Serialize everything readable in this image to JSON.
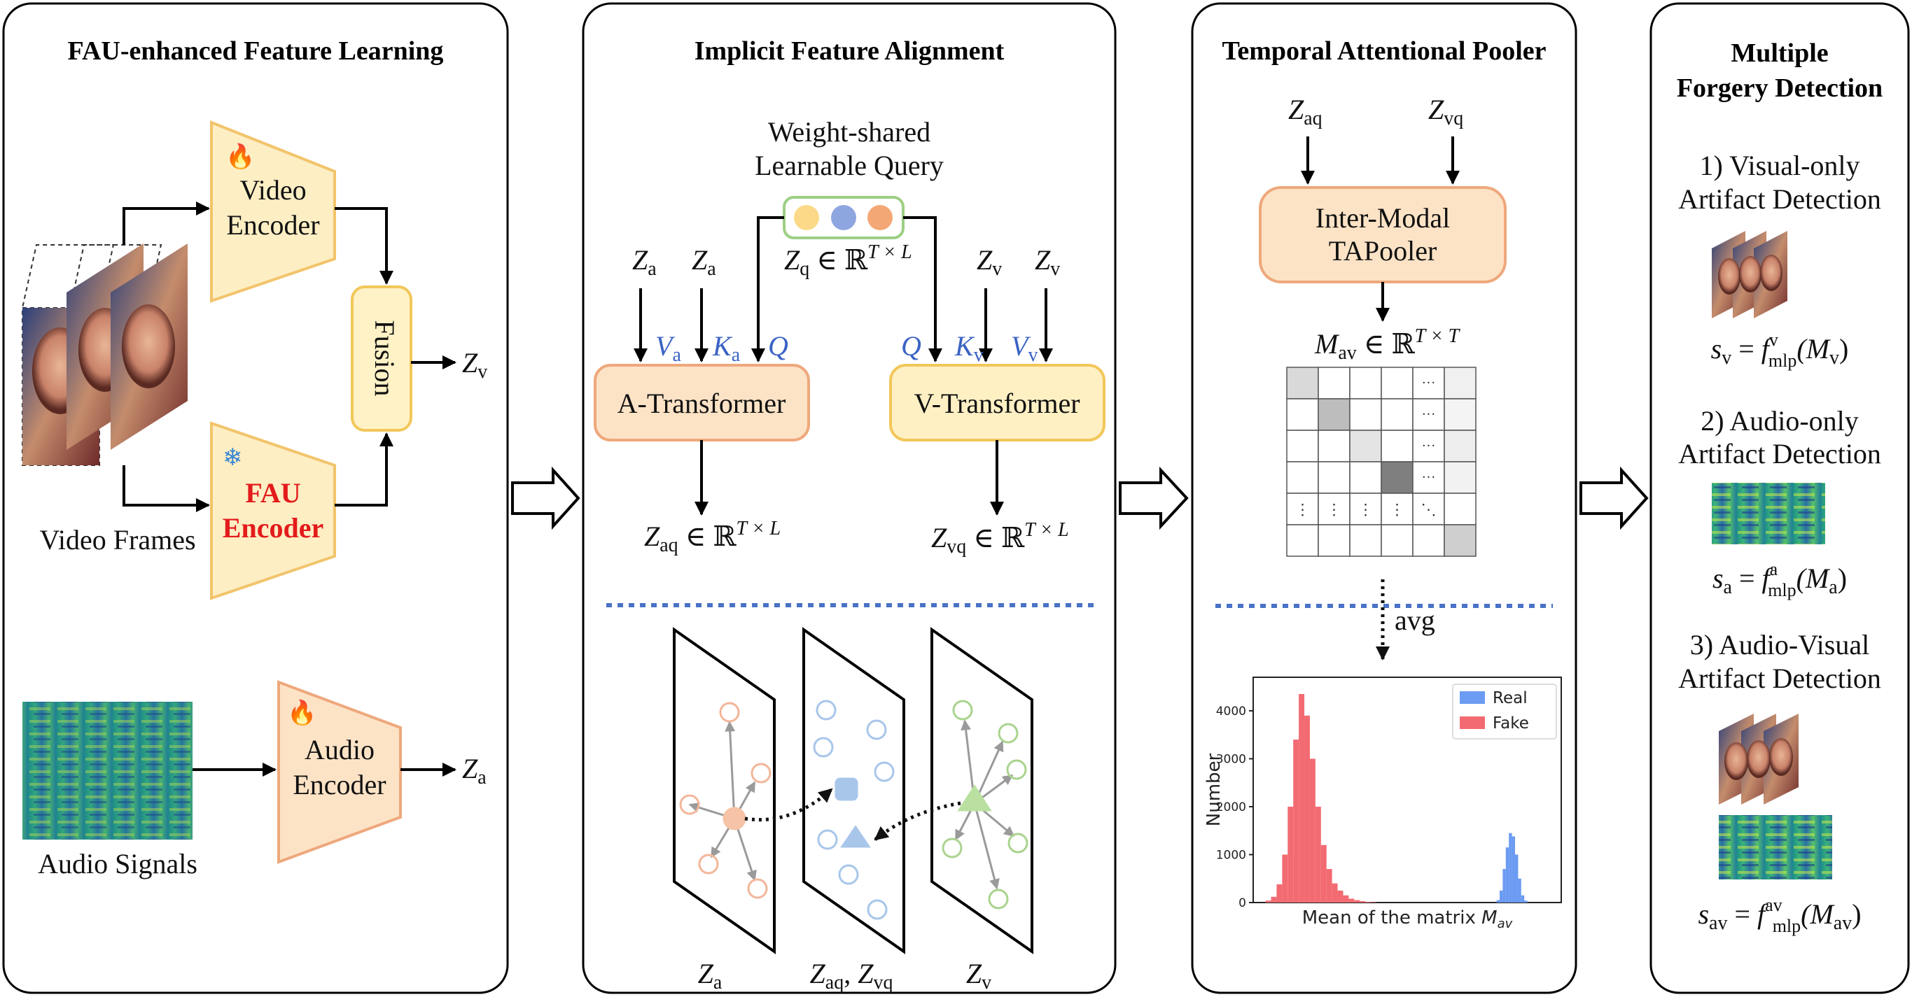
{
  "panels": {
    "p1": {
      "title": "FAU-enhanced Feature Learning"
    },
    "p2": {
      "title": "Implicit Feature Alignment"
    },
    "p3": {
      "title": "Temporal Attentional Pooler"
    },
    "p4": {
      "title_line1": "Multiple",
      "title_line2": "Forgery Detection"
    }
  },
  "panel1": {
    "video_encoder_l1": "Video",
    "video_encoder_l2": "Encoder",
    "fau_encoder_l1": "FAU",
    "fau_encoder_l2": "Encoder",
    "fusion": "Fusion",
    "audio_encoder_l1": "Audio",
    "audio_encoder_l2": "Encoder",
    "video_frames": "Video Frames",
    "audio_signals": "Audio Signals",
    "zv_base": "Z",
    "zv_sub": "v",
    "za_base": "Z",
    "za_sub": "a",
    "fire_icon": "🔥",
    "snow_icon": "❄"
  },
  "panel2": {
    "query_l1": "Weight-shared",
    "query_l2": "Learnable Query",
    "zq_base": "Z",
    "zq_sub": "q",
    "zq_rest": " ∈ ℝ",
    "zq_sup": "T × L",
    "za_base": "Z",
    "za_sub": "a",
    "zv_base": "Z",
    "zv_sub": "v",
    "va_base": "V",
    "va_sub": "a",
    "ka_base": "K",
    "ka_sub": "a",
    "q_label": "Q",
    "kv_base": "K",
    "kv_sub": "v",
    "vv_base": "V",
    "vv_sub": "v",
    "a_transformer": "A-Transformer",
    "v_transformer": "V-Transformer",
    "zaq_base": "Z",
    "zaq_sub": "aq",
    "zaq_rest": " ∈ ℝ",
    "zaq_sup": "T × L",
    "zvq_base": "Z",
    "zvq_sub": "vq",
    "zvq_rest": " ∈ ℝ",
    "zvq_sup": "T × L",
    "plane_za_base": "Z",
    "plane_za_sub": "a",
    "plane_mid_b1": "Z",
    "plane_mid_s1": "aq",
    "plane_mid_sep": ", ",
    "plane_mid_b2": "Z",
    "plane_mid_s2": "vq",
    "plane_zv_base": "Z",
    "plane_zv_sub": "v"
  },
  "panel3": {
    "zaq_base": "Z",
    "zaq_sub": "aq",
    "zvq_base": "Z",
    "zvq_sub": "vq",
    "tapooler_l1": "Inter-Modal",
    "tapooler_l2": "TAPooler",
    "mav_base": "M",
    "mav_sub": "av",
    "mav_rest": " ∈ ℝ",
    "mav_sup": "T × T",
    "matrix_dots": "···",
    "matrix_vdots": "⋮",
    "matrix_ddots": "⋱",
    "avg": "avg"
  },
  "panel4": {
    "d1_l1": "1) Visual-only",
    "d1_l2": "Artifact Detection",
    "d2_l1": "2) Audio-only",
    "d2_l2": "Artifact Detection",
    "d3_l1": "3) Audio-Visual",
    "d3_l2": "Artifact Detection",
    "s1": {
      "lhs": "s",
      "lhs_sub": "v",
      "eq": " = ",
      "f": "f",
      "f_sub": "mlp",
      "f_sup": "v",
      "arg": "(M",
      "arg_sub": "v",
      "close": ")"
    },
    "s2": {
      "lhs": "s",
      "lhs_sub": "a",
      "eq": " = ",
      "f": "f",
      "f_sub": "mlp",
      "f_sup": "a",
      "arg": "(M",
      "arg_sub": "a",
      "close": ")"
    },
    "s3": {
      "lhs": "s",
      "lhs_sub": "av",
      "eq": " = ",
      "f": "f",
      "f_sub": "mlp",
      "f_sup": "av",
      "arg": "(M",
      "arg_sub": "av",
      "close": ")"
    }
  },
  "colors": {
    "box_fill": "#fdeec4",
    "box_stroke": "#f2c46b",
    "atrans_fill": "#fde3c6",
    "atrans_stroke": "#eea87c",
    "vtrans_fill": "#fff0c4",
    "vtrans_stroke": "#f2c75a",
    "real": "#6b9bf2",
    "fake": "#f36b72",
    "query_stroke": "#9dcf84",
    "dot_yellow": "#fbd988",
    "dot_blue": "#8ea6e0",
    "dot_orange": "#f3a774",
    "fau_red": "#e31b1b",
    "sep_blue": "#4a72c6"
  },
  "chart_data": {
    "type": "bar",
    "title": "",
    "xlabel": "Mean of the matrix M_av",
    "ylabel": "Number",
    "yticks": [
      0,
      1000,
      2000,
      3000,
      4000
    ],
    "ylim": [
      0,
      4700
    ],
    "legend": "top-right",
    "series": [
      {
        "name": "Real",
        "bin_start": 0.79,
        "bin_width": 0.01,
        "values": [
          50,
          250,
          700,
          1150,
          1450,
          1380,
          1000,
          500,
          150,
          40
        ]
      },
      {
        "name": "Fake",
        "bin_start": 0.04,
        "bin_width": 0.018,
        "values": [
          40,
          120,
          380,
          1000,
          2000,
          3400,
          4350,
          3900,
          3000,
          2000,
          1200,
          700,
          400,
          250,
          150,
          80,
          50,
          30,
          15,
          8
        ]
      }
    ]
  }
}
